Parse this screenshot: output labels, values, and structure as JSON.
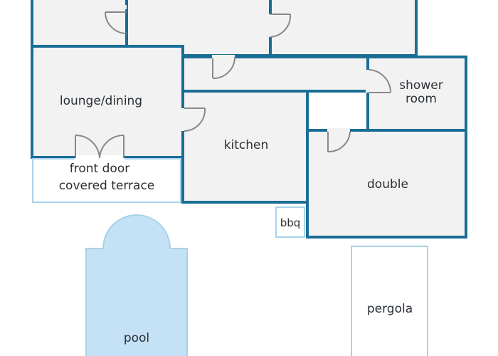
{
  "floorplan": {
    "rooms": {
      "lounge": "lounge/dining",
      "kitchen": "kitchen",
      "shower_line1": "shower",
      "shower_line2": "room",
      "double": "double",
      "front_door": "front door",
      "terrace": "covered terrace",
      "bbq": "bbq",
      "pool": "pool",
      "pergola": "pergola"
    }
  },
  "colors": {
    "wall": "#1a6e96",
    "room_fill": "#f2f2f2",
    "outline_light": "#a9d2ea",
    "pool_fill": "#c4e1f5",
    "door": "#888888",
    "text": "#2a2f36"
  }
}
